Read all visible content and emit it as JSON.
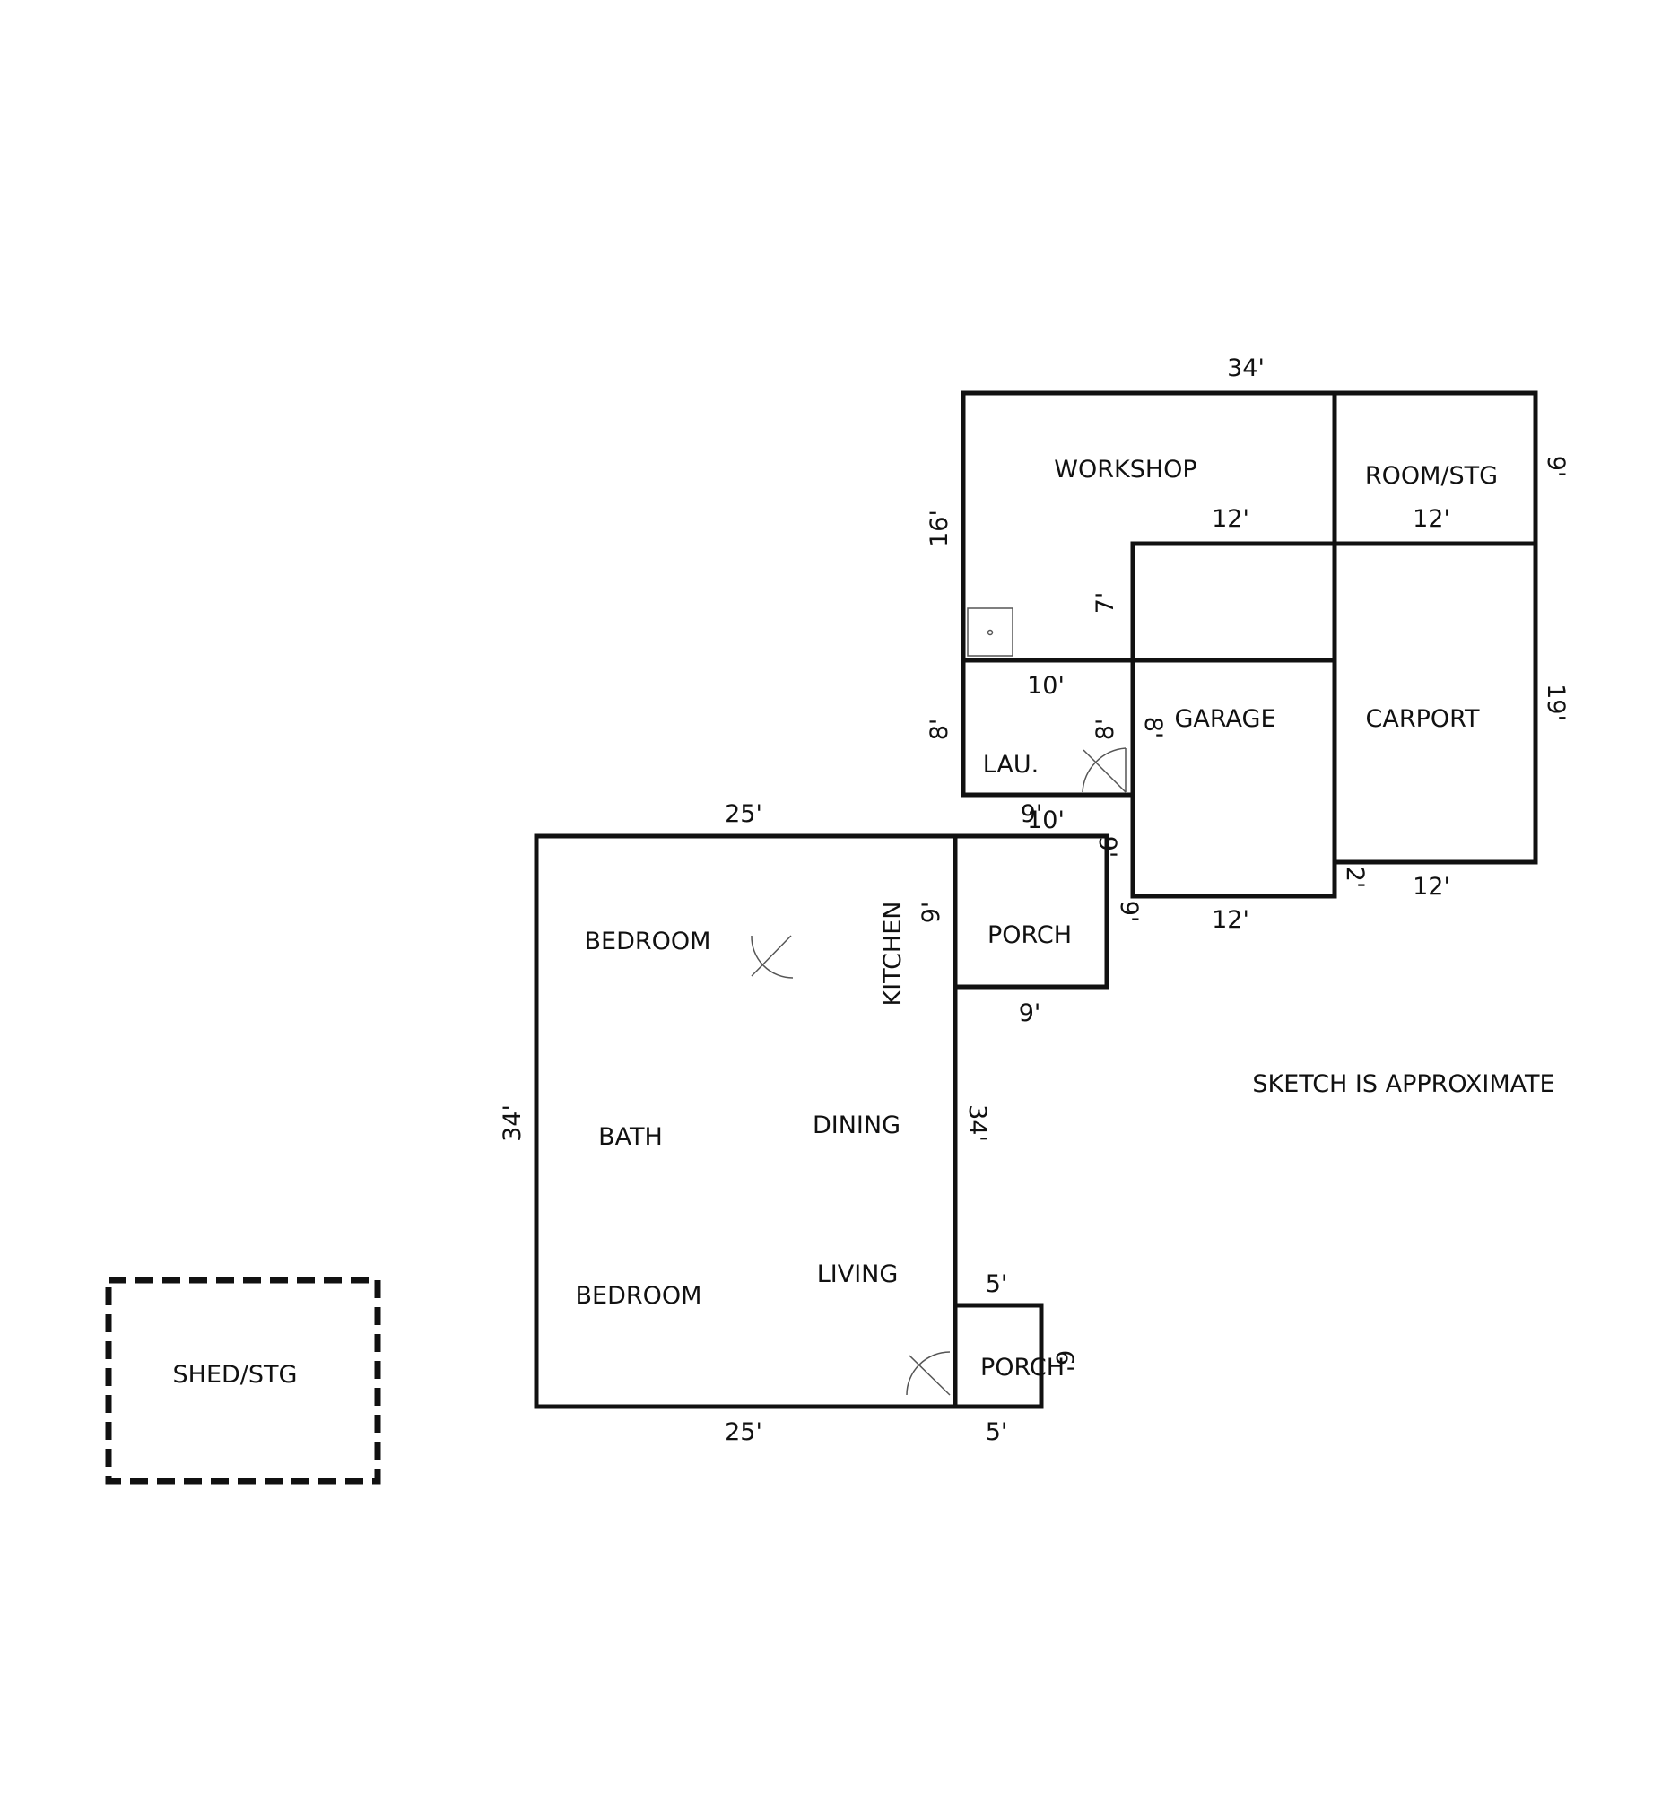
{
  "colors": {
    "wall": "#111111",
    "background": "#ffffff"
  },
  "note": "SKETCH IS APPROXIMATE",
  "rooms": {
    "workshop": "WORKSHOP",
    "room_stg": "ROOM/STG",
    "garage": "GARAGE",
    "carport": "CARPORT",
    "laundry": "LAU.",
    "porch_upper": "PORCH",
    "porch_lower": "PORCH",
    "bedroom_upper": "BEDROOM",
    "bedroom_lower": "BEDROOM",
    "bath": "BATH",
    "kitchen": "KITCHEN",
    "dining": "DINING",
    "living": "LIVING",
    "shed": "SHED/STG"
  },
  "dimensions": {
    "workshop_top": "34'",
    "workshop_left": "16'",
    "workshop_inner": "7'",
    "room_stg_right": "9'",
    "garage_top": "12'",
    "carport_top": "12'",
    "carport_right": "19'",
    "carport_bottom": "12'",
    "carport_step": "2'",
    "garage_bottom": "12'",
    "garage_left_upper": "8'",
    "garage_left_lower": "9'",
    "laundry_top": "10'",
    "laundry_left": "8'",
    "laundry_right": "8'",
    "laundry_bottom": "10'",
    "porch_upper_top": "9'",
    "porch_upper_right": "9'",
    "porch_upper_left": "9'",
    "porch_upper_bottom": "9'",
    "house_top": "25'",
    "house_left": "34'",
    "house_right": "34'",
    "house_bottom": "25'",
    "porch_lower_top": "5'",
    "porch_lower_right": "6'",
    "porch_lower_bottom": "5'"
  }
}
